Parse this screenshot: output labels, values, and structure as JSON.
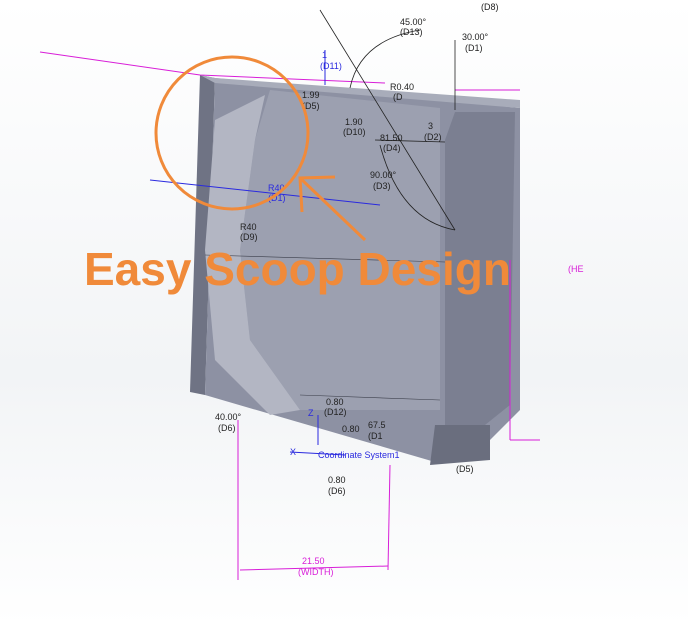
{
  "overlay": {
    "title": "Easy Scoop Design",
    "color": "#f08a3a"
  },
  "colors": {
    "part": "#8d91a3",
    "dimension_driven": "#d81ed8",
    "sketch": "#2a2adf"
  },
  "dimensions": {
    "d8": "(D8)",
    "d13_val": "45.00°",
    "d13": "(D13)",
    "d1_val": "30.00°",
    "d1": "(D1)",
    "d11": "(D11)",
    "d11_val": "1",
    "d5top_val": "1.99",
    "d5top": "(D5)",
    "d7_val": "R0.40",
    "d7": "(D",
    "d10_val": "1.90",
    "d10": "(D10)",
    "d4_val": "81.50",
    "d4": "(D4)",
    "d2_val": "3",
    "d2": "(D2)",
    "d3_val": "90.00°",
    "d3": "(D3)",
    "r_val": "R40",
    "r": "(D1)",
    "rbot_val": "R40",
    "rbot": "(D9)",
    "d6a_val": "40.00°",
    "d6a": "(D6)",
    "d12_val": "0.80",
    "d12": "(D12)",
    "d14_val": "67.5",
    "d14": "(D1",
    "d15_val": "0.80",
    "d6_val": "0.80",
    "d6": "(D6)",
    "d5": "(D5)",
    "width_val": "21.50",
    "width": "(WIDTH)",
    "height_tag": "(HE"
  },
  "coordinate_system": {
    "label": "Coordinate System1",
    "axis_z": "Z",
    "axis_x": "X"
  }
}
